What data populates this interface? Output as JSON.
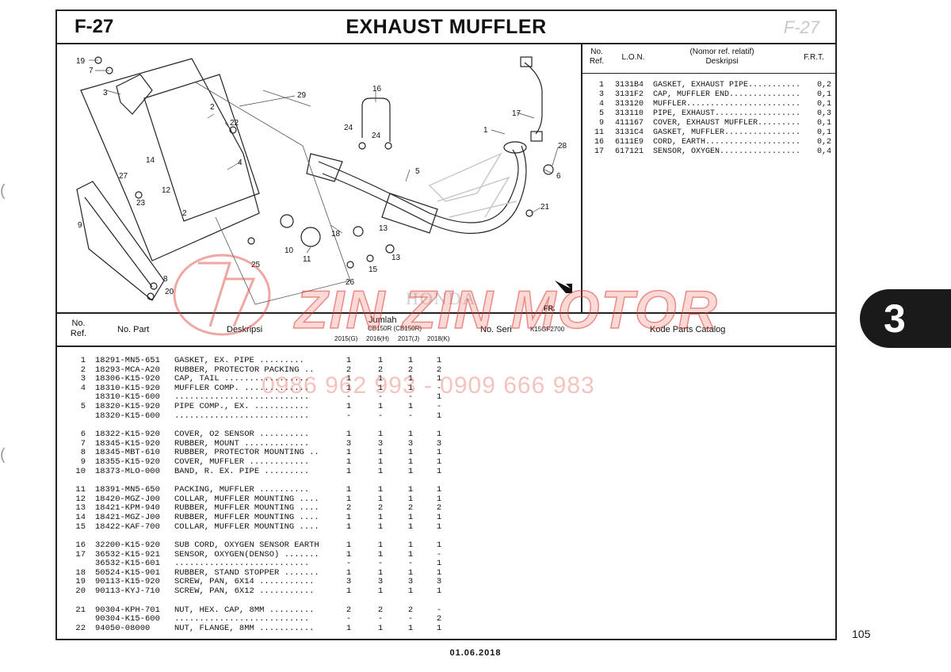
{
  "header": {
    "code": "F-27",
    "title": "EXHAUST MUFFLER",
    "stamp": "F-27"
  },
  "diagram": {
    "ref_code": "K15GF2700",
    "fr_label": "FR.",
    "brand": "HONDA",
    "callouts": [
      "19",
      "7",
      "3",
      "29",
      "2",
      "22",
      "16",
      "24",
      "24",
      "17",
      "1",
      "28",
      "6",
      "21",
      "5",
      "4",
      "14",
      "27",
      "12",
      "23",
      "2",
      "9",
      "18",
      "13",
      "13",
      "10",
      "11",
      "15",
      "25",
      "26",
      "8",
      "20"
    ]
  },
  "relatif": {
    "headers": {
      "no": "No. Ref.",
      "lon": "L.O.N.",
      "desc_top": "(Nomor ref. relatif)",
      "desc": "Deskripsi",
      "frt": "F.R.T."
    },
    "rows": [
      {
        "no": "1",
        "lon": "3131B4",
        "desc": "GASKET, EXHAUST PIPE...........",
        "frt": "0,2"
      },
      {
        "no": "3",
        "lon": "3131F2",
        "desc": "CAP, MUFFLER END...............",
        "frt": "0,1"
      },
      {
        "no": "4",
        "lon": "313120",
        "desc": "MUFFLER........................",
        "frt": "0,1"
      },
      {
        "no": "5",
        "lon": "313110",
        "desc": "PIPE, EXHAUST..................",
        "frt": "0,3"
      },
      {
        "no": "9",
        "lon": "411167",
        "desc": "COVER, EXHAUST MUFFLER.........",
        "frt": "0,1"
      },
      {
        "no": "11",
        "lon": "3131C4",
        "desc": "GASKET, MUFFLER................",
        "frt": "0,1"
      },
      {
        "no": "16",
        "lon": "6111E9",
        "desc": "CORD, EARTH....................",
        "frt": "0,2"
      },
      {
        "no": "17",
        "lon": "617121",
        "desc": "SENSOR, OXYGEN.................",
        "frt": "0,4"
      }
    ]
  },
  "parts_table": {
    "headers": {
      "no_ref": "No. Ref.",
      "no_part": "No. Part",
      "deskripsi": "Deskripsi",
      "jumlah": "Jumlah",
      "model": "CB150R (CB150R)",
      "years": [
        "2015(G)",
        "2016(H)",
        "2017(J)",
        "2018(K)"
      ],
      "no_seri": "No. Seri",
      "kode": "Kode Parts Catalog"
    },
    "groups": [
      [
        {
          "ref": "1",
          "part": "18291-MN5-651",
          "desc": "GASKET, EX. PIPE .........",
          "q": [
            "1",
            "1",
            "1",
            "1"
          ]
        },
        {
          "ref": "2",
          "part": "18293-MCA-A20",
          "desc": "RUBBER, PROTECTOR PACKING ..",
          "q": [
            "2",
            "2",
            "2",
            "2"
          ]
        },
        {
          "ref": "3",
          "part": "18306-K15-920",
          "desc": "CAP, TAIL .................",
          "q": [
            "1",
            "1",
            "1",
            "1"
          ]
        },
        {
          "ref": "4",
          "part": "18310-K15-920",
          "desc": "MUFFLER COMP. .............",
          "q": [
            "1",
            "1",
            "1",
            "-"
          ]
        },
        {
          "ref": "",
          "part": "18310-K15-600",
          "desc": "...........................",
          "q": [
            "-",
            "-",
            "-",
            "1"
          ]
        },
        {
          "ref": "5",
          "part": "18320-K15-920",
          "desc": "PIPE COMP., EX. ...........",
          "q": [
            "1",
            "1",
            "1",
            "-"
          ]
        },
        {
          "ref": "",
          "part": "18320-K15-600",
          "desc": "...........................",
          "q": [
            "-",
            "-",
            "-",
            "1"
          ]
        }
      ],
      [
        {
          "ref": "6",
          "part": "18322-K15-920",
          "desc": "COVER, O2 SENSOR ..........",
          "q": [
            "1",
            "1",
            "1",
            "1"
          ]
        },
        {
          "ref": "7",
          "part": "18345-K15-920",
          "desc": "RUBBER, MOUNT .............",
          "q": [
            "3",
            "3",
            "3",
            "3"
          ]
        },
        {
          "ref": "8",
          "part": "18345-MBT-610",
          "desc": "RUBBER, PROTECTOR MOUNTING ..",
          "q": [
            "1",
            "1",
            "1",
            "1"
          ]
        },
        {
          "ref": "9",
          "part": "18355-K15-920",
          "desc": "COVER, MUFFLER ............",
          "q": [
            "1",
            "1",
            "1",
            "1"
          ]
        },
        {
          "ref": "10",
          "part": "18373-MLO-000",
          "desc": "BAND, R. EX. PIPE .........",
          "q": [
            "1",
            "1",
            "1",
            "1"
          ]
        }
      ],
      [
        {
          "ref": "11",
          "part": "18391-MN5-650",
          "desc": "PACKING, MUFFLER ..........",
          "q": [
            "1",
            "1",
            "1",
            "1"
          ]
        },
        {
          "ref": "12",
          "part": "18420-MGZ-J00",
          "desc": "COLLAR, MUFFLER MOUNTING ....",
          "q": [
            "1",
            "1",
            "1",
            "1"
          ]
        },
        {
          "ref": "13",
          "part": "18421-KPM-940",
          "desc": "RUBBER, MUFFLER MOUNTING ....",
          "q": [
            "2",
            "2",
            "2",
            "2"
          ]
        },
        {
          "ref": "14",
          "part": "18421-MGZ-J00",
          "desc": "RUBBER, MUFFLER MOUNTING ....",
          "q": [
            "1",
            "1",
            "1",
            "1"
          ]
        },
        {
          "ref": "15",
          "part": "18422-KAF-700",
          "desc": "COLLAR, MUFFLER MOUNTING ....",
          "q": [
            "1",
            "1",
            "1",
            "1"
          ]
        }
      ],
      [
        {
          "ref": "16",
          "part": "32200-K15-920",
          "desc": "SUB CORD, OXYGEN SENSOR EARTH",
          "q": [
            "1",
            "1",
            "1",
            "1"
          ]
        },
        {
          "ref": "17",
          "part": "36532-K15-921",
          "desc": "SENSOR, OXYGEN(DENSO) .......",
          "q": [
            "1",
            "1",
            "1",
            "-"
          ]
        },
        {
          "ref": "",
          "part": "36532-K15-601",
          "desc": "...........................",
          "q": [
            "-",
            "-",
            "-",
            "1"
          ]
        },
        {
          "ref": "18",
          "part": "50524-K15-901",
          "desc": "RUBBER, STAND STOPPER .......",
          "q": [
            "1",
            "1",
            "1",
            "1"
          ]
        },
        {
          "ref": "19",
          "part": "90113-K15-920",
          "desc": "SCREW, PAN, 6X14 ...........",
          "q": [
            "3",
            "3",
            "3",
            "3"
          ]
        },
        {
          "ref": "20",
          "part": "90113-KYJ-710",
          "desc": "SCREW, PAN, 6X12 ...........",
          "q": [
            "1",
            "1",
            "1",
            "1"
          ]
        }
      ],
      [
        {
          "ref": "21",
          "part": "90304-KPH-701",
          "desc": "NUT, HEX. CAP, 8MM .........",
          "q": [
            "2",
            "2",
            "2",
            "-"
          ]
        },
        {
          "ref": "",
          "part": "90304-K15-600",
          "desc": "...........................",
          "q": [
            "-",
            "-",
            "-",
            "2"
          ]
        },
        {
          "ref": "22",
          "part": "94050-08000",
          "desc": "NUT, FLANGE, 8MM ...........",
          "q": [
            "1",
            "1",
            "1",
            "1"
          ]
        }
      ]
    ]
  },
  "watermark": {
    "brand": "ZIN ZIN MOTOR",
    "phone": "0986 962 993 - 0909 666 983"
  },
  "side_tab": "3",
  "page_number": "105",
  "date": "01.06.2018"
}
